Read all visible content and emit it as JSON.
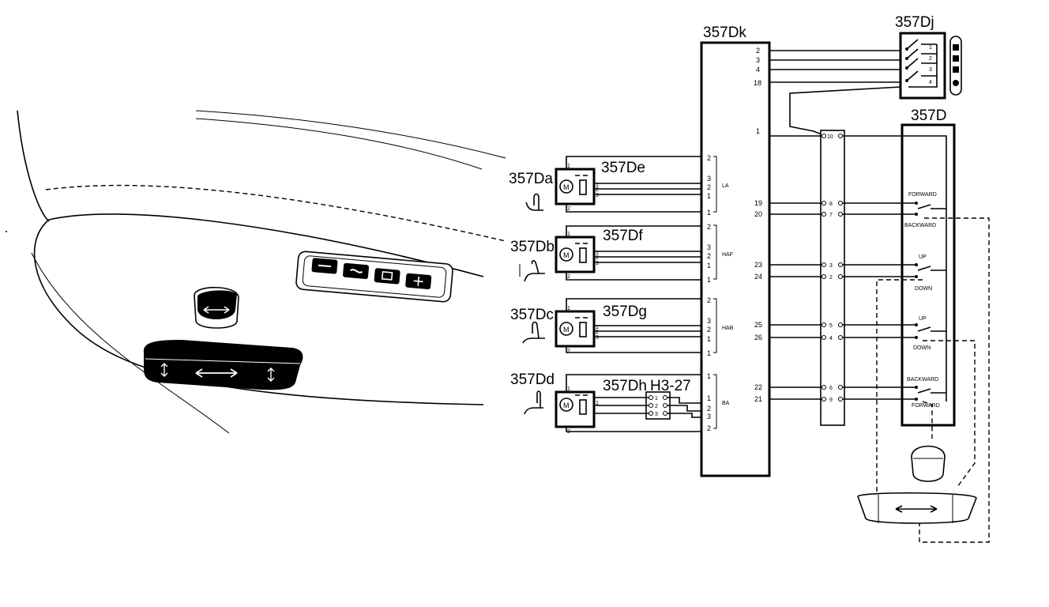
{
  "components": {
    "ecu": {
      "ref": "357Dk"
    },
    "memory_switch": {
      "ref": "357Dj"
    },
    "seat_switch": {
      "ref": "357D"
    },
    "motors": [
      {
        "ref": "357Da",
        "sensor": "357De",
        "group": "LA"
      },
      {
        "ref": "357Db",
        "sensor": "357Df",
        "group": "HAF"
      },
      {
        "ref": "357Dc",
        "sensor": "357Dg",
        "group": "HAB"
      },
      {
        "ref": "357Dd",
        "sensor": "357Dh",
        "group": "BA",
        "connector": "H3-27"
      }
    ]
  },
  "ecu_pins": {
    "memory": [
      "2",
      "3",
      "4",
      "18"
    ],
    "right": [
      "1",
      "19",
      "20",
      "23",
      "24",
      "25",
      "26",
      "22",
      "21"
    ],
    "left_groups": [
      [
        "2",
        "3",
        "2",
        "1",
        "1"
      ],
      [
        "2",
        "3",
        "2",
        "1",
        "1"
      ],
      [
        "2",
        "3",
        "2",
        "1",
        "1"
      ],
      [
        "1",
        "1",
        "2",
        "3",
        "2"
      ]
    ]
  },
  "motor_pins": {
    "top": "1",
    "sensor": [
      "1",
      "2",
      "3"
    ],
    "bottom": "2",
    "motor_symbol": "M"
  },
  "connector_pins": {
    "top": "10",
    "rows": [
      "8",
      "7",
      "3",
      "2",
      "5",
      "4",
      "6",
      "9"
    ]
  },
  "h3_pins": [
    "1",
    "2",
    "3"
  ],
  "memory_switch_pins": [
    "1",
    "2",
    "3",
    "4"
  ],
  "switch_labels": {
    "forward": "FORWARD",
    "backward": "BACKWARD",
    "up": "UP",
    "down": "DOWN"
  }
}
